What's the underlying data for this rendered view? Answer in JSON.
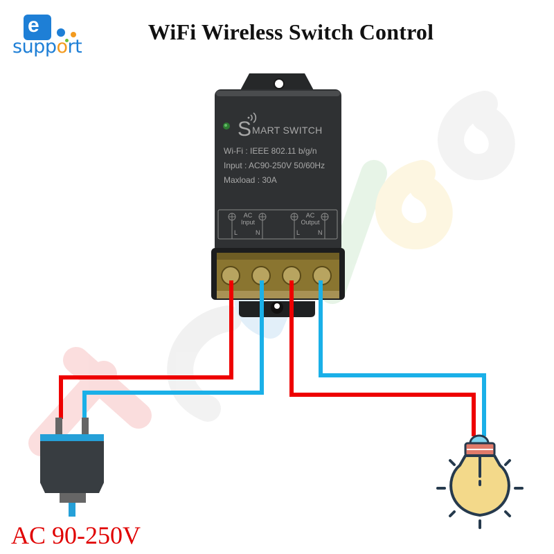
{
  "title": "WiFi Wireless Switch Control",
  "logo": {
    "letter": "e",
    "word_start": "supp",
    "word_o": "o",
    "word_end": "rt",
    "colors": {
      "blue": "#1e7fd6",
      "orange": "#f39a1e",
      "green": "#6bbf3a"
    }
  },
  "device": {
    "brand_initial": "S",
    "brand_rest": "MART SWITCH",
    "specs": [
      "Wi-Fi : IEEE 802.11 b/g/n",
      "Input : AC90-250V 50/60Hz",
      "Maxload : 30A"
    ],
    "terminal_panel": {
      "input_label": [
        "AC",
        "Input"
      ],
      "output_label": [
        "AC",
        "Output"
      ],
      "pins": [
        "L",
        "N",
        "L",
        "N"
      ]
    },
    "status_led_color": "#2e7d32",
    "body_color": "#2f3133"
  },
  "wires": {
    "live_color": "#ee0000",
    "neutral_color": "#1ab0e8"
  },
  "power_plug": {
    "label": "AC 90-250V"
  },
  "load": {
    "icon": "light-bulb"
  },
  "watermark": "Techligo"
}
